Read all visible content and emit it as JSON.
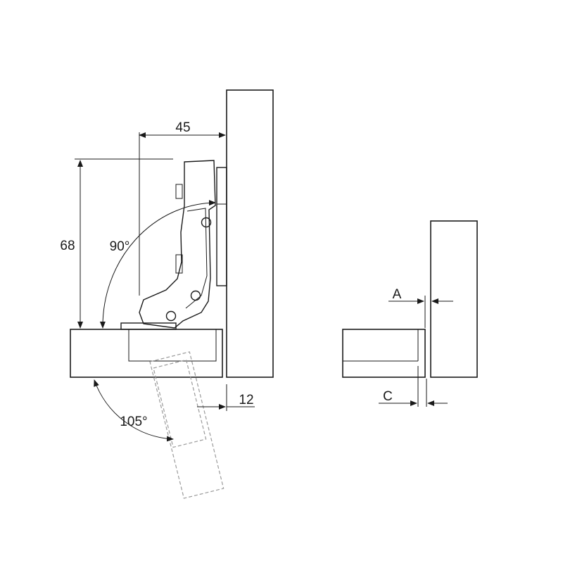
{
  "dimensions": {
    "width_45": "45",
    "height_68": "68",
    "angle_90": "90°",
    "angle_105": "105°",
    "offset_12": "12",
    "gap_a": "A",
    "gap_c": "C"
  },
  "colors": {
    "line": "#1a1a1a",
    "ghost_line": "#9a9a9a",
    "background": "#ffffff"
  }
}
